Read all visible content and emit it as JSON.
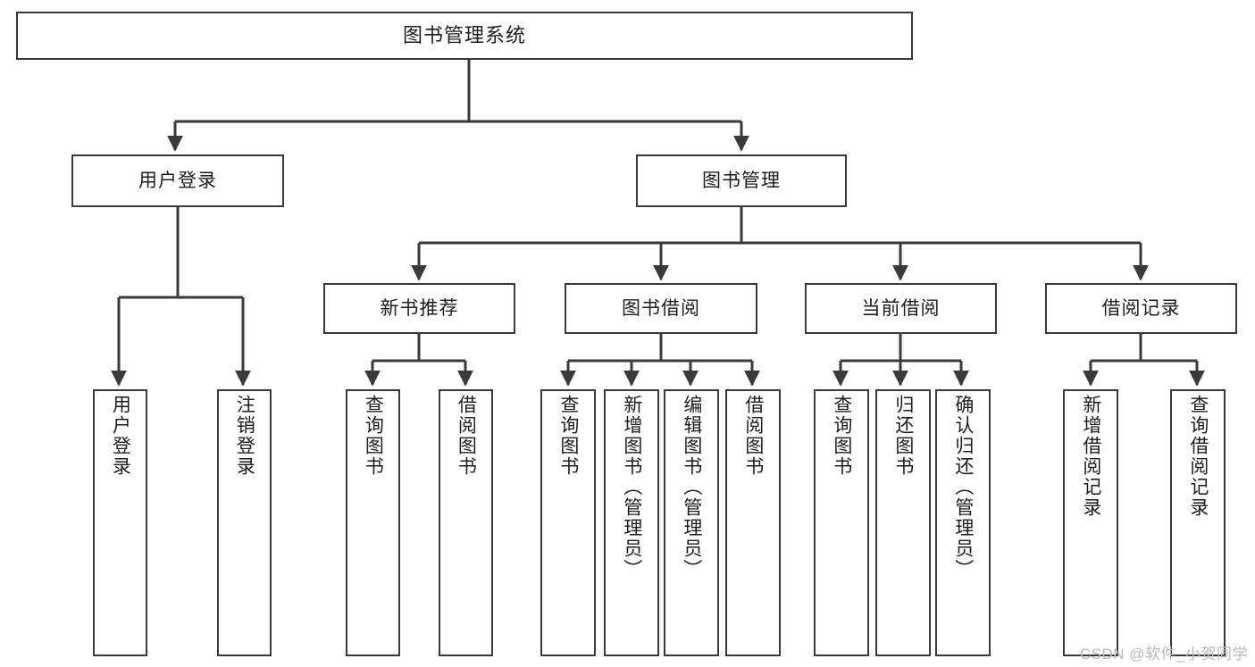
{
  "diagram": {
    "title": "图书管理系统",
    "watermark": "CSDN @软件_小贺同学",
    "levels": {
      "root": {
        "label": "图书管理系统"
      },
      "level2": [
        {
          "label": "用户登录"
        },
        {
          "label": "图书管理"
        }
      ],
      "level3": [
        {
          "label": "新书推荐"
        },
        {
          "label": "图书借阅"
        },
        {
          "label": "当前借阅"
        },
        {
          "label": "借阅记录"
        }
      ],
      "leaves": {
        "user_login": [
          {
            "label": "用户登录"
          },
          {
            "label": "注销登录"
          }
        ],
        "new_book_recommend": [
          {
            "label": "查询图书"
          },
          {
            "label": "借阅图书"
          }
        ],
        "book_borrow": [
          {
            "label": "查询图书"
          },
          {
            "label": "新增图书（管理员）"
          },
          {
            "label": "编辑图书（管理员）"
          },
          {
            "label": "借阅图书"
          }
        ],
        "current_borrow": [
          {
            "label": "查询图书"
          },
          {
            "label": "归还图书"
          },
          {
            "label": "确认归还（管理员）"
          }
        ],
        "borrow_record": [
          {
            "label": "新增借阅记录"
          },
          {
            "label": "查询借阅记录"
          }
        ]
      }
    },
    "colors": {
      "stroke": "#3a3a3a",
      "text": "#1d1d1d",
      "background": "#ffffff",
      "watermark": "#b9b9b9"
    }
  }
}
